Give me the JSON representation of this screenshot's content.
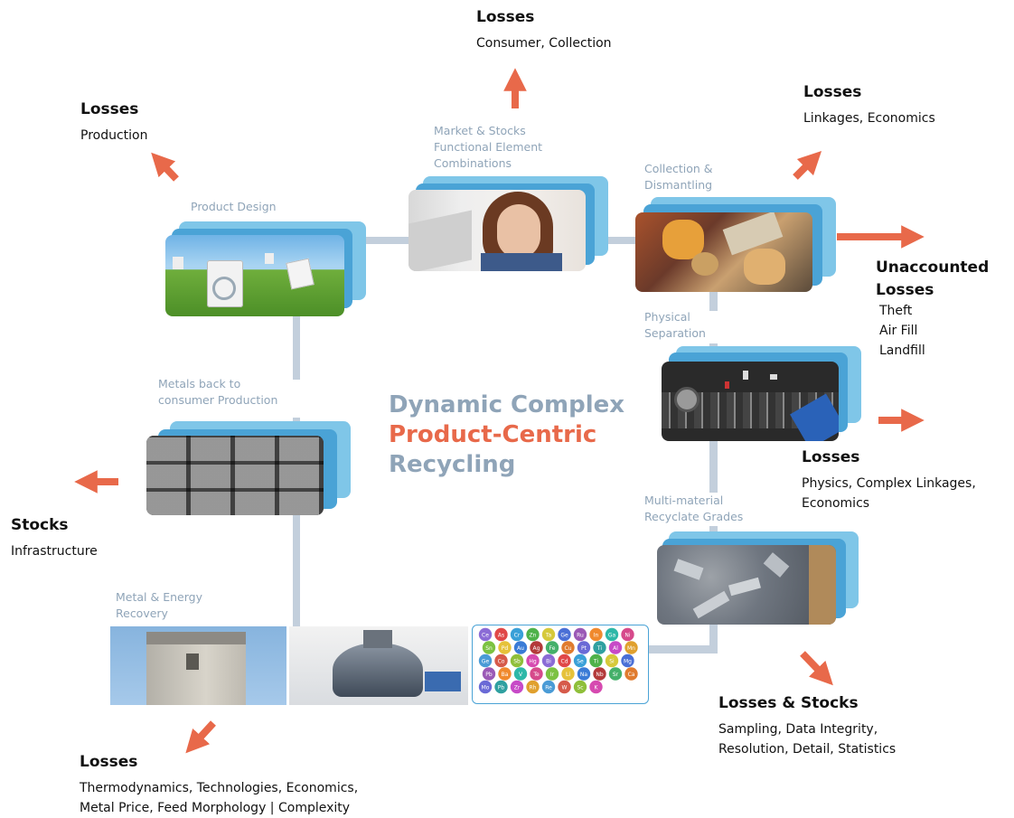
{
  "title": {
    "line1": "Dynamic Complex",
    "line2": "Product-Centric",
    "line3": "Recycling"
  },
  "colors": {
    "arrow": "#e8694a",
    "connector": "#c3cfdc",
    "stage_text": "#8fa4b8",
    "card_back": "#4aa3d6",
    "card_back_light": "#7fc6e8"
  },
  "stages": {
    "product_design": "Product Design",
    "market_line1": "Market & Stocks",
    "market_line2": "Functional Element",
    "market_line3": "Combinations",
    "collection_line1": "Collection &",
    "collection_line2": "Dismantling",
    "physical_line1": "Physical",
    "physical_line2": "Separation",
    "multi_line1": "Multi-material",
    "multi_line2": "Recyclate Grades",
    "metals_line1": "Metals back to",
    "metals_line2": "consumer Production",
    "energy_line1": "Metal & Energy",
    "energy_line2": "Recovery"
  },
  "labels": {
    "top_center": {
      "heading": "Losses",
      "line1": "Consumer, Collection"
    },
    "top_left": {
      "heading": "Losses",
      "line1": "Production"
    },
    "top_right": {
      "heading": "Losses",
      "line1": "Linkages, Economics"
    },
    "unaccounted": {
      "heading1": "Unaccounted",
      "heading2": "Losses",
      "line1": "Theft",
      "line2": "Air Fill",
      "line3": "Landfill"
    },
    "physics": {
      "heading": "Losses",
      "line1": "Physics, Complex Linkages,",
      "line2": "Economics"
    },
    "stocks": {
      "heading": "Stocks",
      "line1": "Infrastructure"
    },
    "losses_stocks": {
      "heading": "Losses & Stocks",
      "line1": "Sampling, Data Integrity,",
      "line2": "Resolution, Detail, Statistics"
    },
    "bottom_left": {
      "heading": "Losses",
      "line1": "Thermodynamics, Technologies, Economics,",
      "line2": "Metal Price, Feed Morphology | Complexity"
    }
  },
  "periodic": [
    "Ce",
    "As",
    "Cr",
    "Zn",
    "Ta",
    "Ge",
    "Ru",
    "In",
    "Ga",
    "Ni",
    "Sn",
    "Pd",
    "Au",
    "Ag",
    "Fe",
    "Cu",
    "Pt",
    "Ti",
    "Al",
    "Mn",
    "Ge",
    "Co",
    "Sb",
    "Hg",
    "Bi",
    "Cd",
    "Se",
    "Ti",
    "Si",
    "Mg",
    "Pb",
    "Ba",
    "V",
    "Te",
    "Ir",
    "Li",
    "Na",
    "Nb",
    "Sr",
    "Ca",
    "Mo",
    "Pb",
    "Zr",
    "Rh",
    "Re",
    "W",
    "Sc",
    "K"
  ],
  "periodic_colors": [
    "#8b6bd6",
    "#e04848",
    "#3aa0d8",
    "#4fb24a",
    "#d6c93a",
    "#4a6fd6",
    "#9b59b6",
    "#f08a2e",
    "#2eb8a8",
    "#d64a8b",
    "#7cc242",
    "#e6c23a",
    "#3a7bd6",
    "#b33a3a",
    "#45b06a",
    "#e07b2e",
    "#6a6ad6",
    "#2fa0a0",
    "#c74ac7",
    "#e0a02e",
    "#4a9bd6",
    "#d65a4a",
    "#8fbf3a",
    "#d64ab0"
  ]
}
